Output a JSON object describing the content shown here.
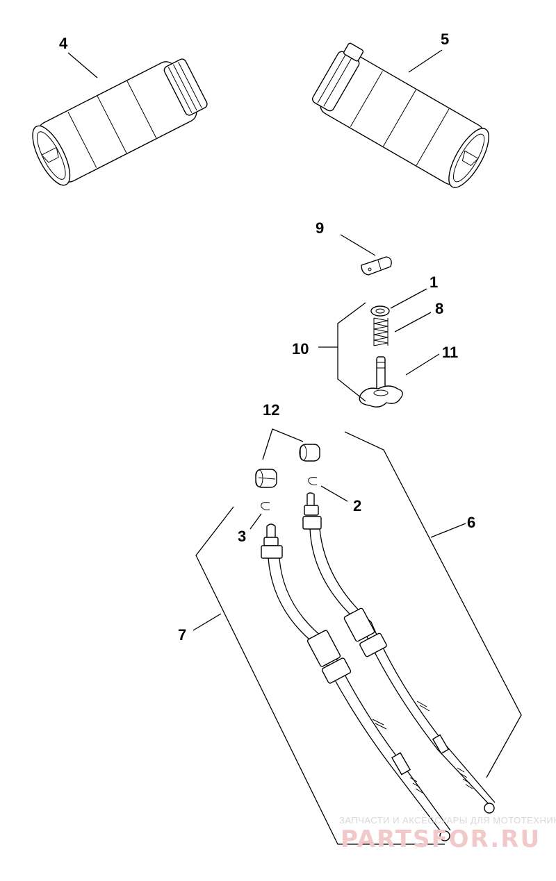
{
  "diagram": {
    "callouts": {
      "c1": "1",
      "c2": "2",
      "c3": "3",
      "c4": "4",
      "c5": "5",
      "c6": "6",
      "c7": "7",
      "c8": "8",
      "c9": "9",
      "c10": "10",
      "c11": "11",
      "c12": "12"
    },
    "watermark": {
      "top_line": "ЗАПЧАСТИ И АКСЕССУАРЫ ДЛЯ МОТОТЕХНИКИ",
      "brand": "PARTSFOR.RU"
    }
  }
}
